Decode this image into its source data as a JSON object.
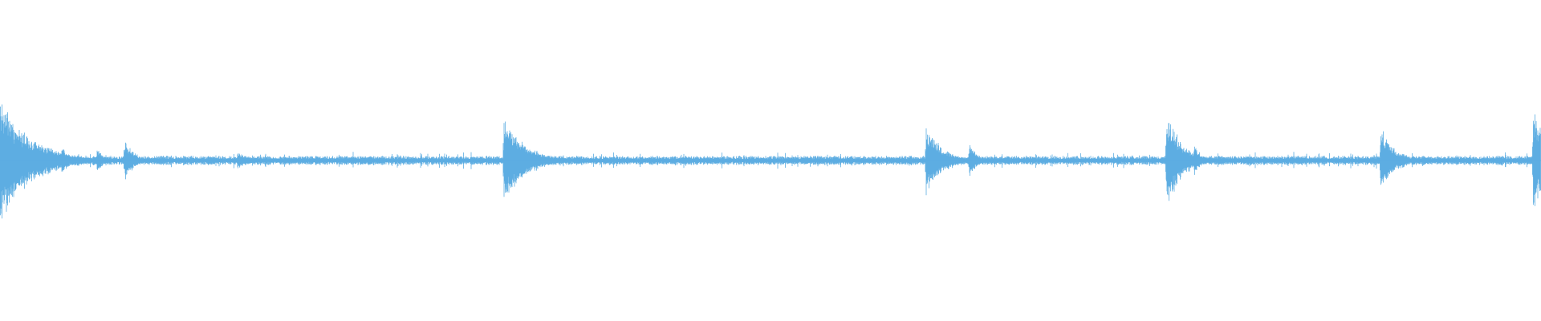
{
  "waveform": {
    "color": "#5dade2",
    "background": "#ffffff",
    "baseline_noise": 0.035,
    "transients": [
      {
        "t": 0.0,
        "peak": 0.48,
        "decay": 0.02
      },
      {
        "t": 0.04,
        "peak": 0.13,
        "decay": 0.004
      },
      {
        "t": 0.063,
        "peak": 0.1,
        "decay": 0.004
      },
      {
        "t": 0.081,
        "peak": 0.17,
        "decay": 0.006
      },
      {
        "t": 0.154,
        "peak": 0.06,
        "decay": 0.01
      },
      {
        "t": 0.327,
        "peak": 0.34,
        "decay": 0.014
      },
      {
        "t": 0.601,
        "peak": 0.28,
        "decay": 0.01
      },
      {
        "t": 0.629,
        "peak": 0.17,
        "decay": 0.004
      },
      {
        "t": 0.757,
        "peak": 0.37,
        "decay": 0.01
      },
      {
        "t": 0.775,
        "peak": 0.12,
        "decay": 0.004
      },
      {
        "t": 0.896,
        "peak": 0.27,
        "decay": 0.008
      },
      {
        "t": 0.91,
        "peak": 0.08,
        "decay": 0.004
      },
      {
        "t": 0.995,
        "peak": 0.42,
        "decay": 0.01
      }
    ]
  }
}
